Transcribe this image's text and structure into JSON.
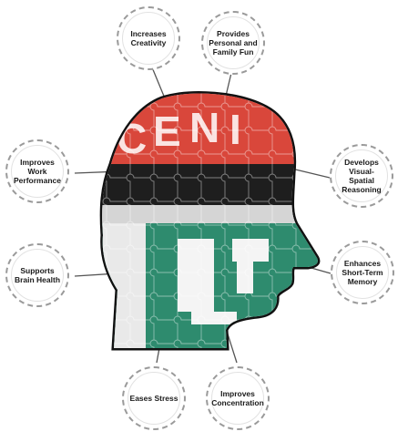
{
  "benefits": [
    {
      "id": "increases-creativity",
      "label": "Increases Creativity"
    },
    {
      "id": "provides-fun",
      "label": "Provides Personal and Family Fun"
    },
    {
      "id": "improves-work-performance",
      "label": "Improves Work Performance"
    },
    {
      "id": "develops-visual-spatial",
      "label": "Develops Visual-Spatial Reasoning"
    },
    {
      "id": "supports-brain-health",
      "label": "Supports Brain Health"
    },
    {
      "id": "enhances-memory",
      "label": "Enhances Short-Term Memory"
    },
    {
      "id": "eases-stress",
      "label": "Eases Stress"
    },
    {
      "id": "improves-concentration",
      "label": "Improves Concentration"
    }
  ],
  "colors": {
    "circle_border": "#9a9a9a",
    "connector": "#555555",
    "puzzle_red": "#d9473b",
    "puzzle_green": "#2e8b6e",
    "puzzle_dark": "#1e1e1e",
    "puzzle_white": "#f2f2f2"
  },
  "icons": [
    "puzzle-head-icon"
  ]
}
